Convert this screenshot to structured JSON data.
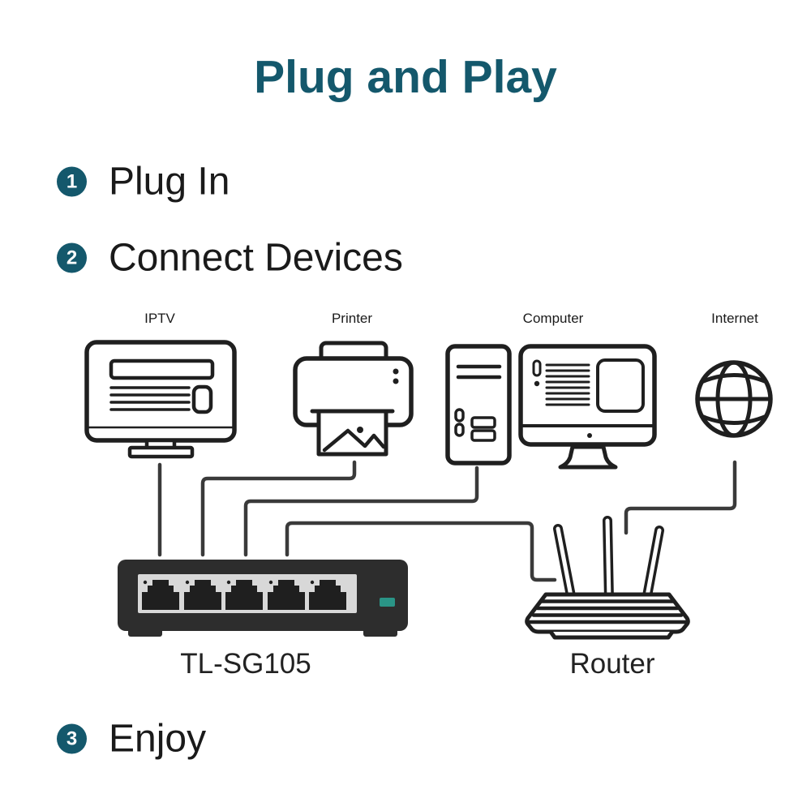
{
  "title": "Plug and Play",
  "steps": [
    {
      "number": "1",
      "label": "Plug In"
    },
    {
      "number": "2",
      "label": "Connect Devices"
    },
    {
      "number": "3",
      "label": "Enjoy"
    }
  ],
  "devices": [
    {
      "label": "IPTV",
      "icon": "tv-icon"
    },
    {
      "label": "Printer",
      "icon": "printer-icon"
    },
    {
      "label": "Computer",
      "icon": "computer-icon"
    },
    {
      "label": "Internet",
      "icon": "globe-icon"
    }
  ],
  "switch": {
    "model": "TL-SG105",
    "ports": 5
  },
  "router": {
    "label": "Router",
    "antennas": 3
  },
  "connections": [
    {
      "from": "IPTV",
      "to": "TL-SG105"
    },
    {
      "from": "Printer",
      "to": "TL-SG105"
    },
    {
      "from": "Computer",
      "to": "TL-SG105"
    },
    {
      "from": "TL-SG105",
      "to": "Router"
    },
    {
      "from": "Internet",
      "to": "Router"
    }
  ],
  "colors": {
    "accent": "#14586C",
    "text": "#1A1A1A",
    "label": "#222222",
    "line": "#3A3A3A",
    "icon": "#1F1F1F",
    "led": "#2A9486",
    "switch_body": "#2D2D2D",
    "port_panel": "#D8D8D8"
  }
}
